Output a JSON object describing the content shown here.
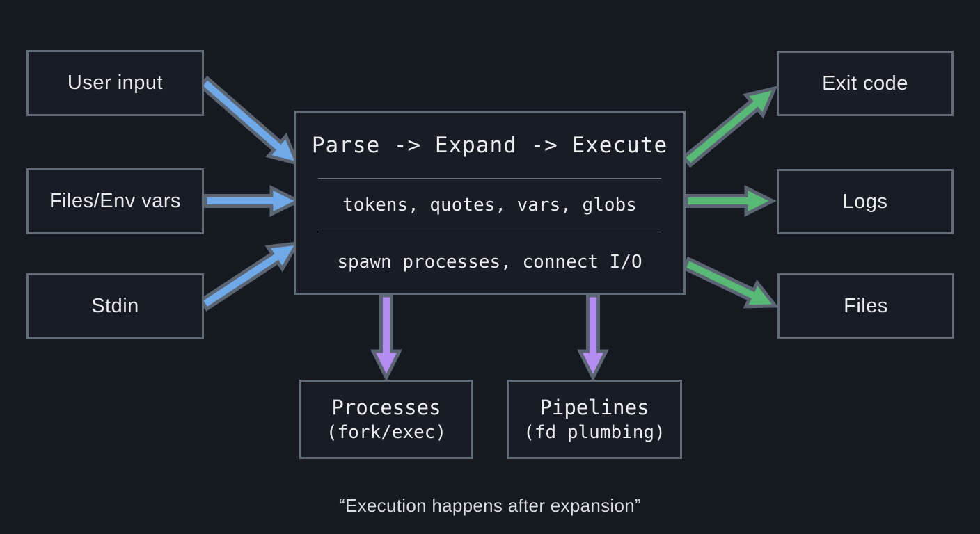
{
  "colors": {
    "background": "#151a21",
    "box_fill": "#181d25",
    "box_border": "#626b78",
    "text": "#e9ebee",
    "divider": "#8c939e",
    "arrow_outline": "#5b6472",
    "arrow_blue": "#70a9e8",
    "arrow_green": "#58b876",
    "arrow_purple": "#b38df0"
  },
  "inputs": [
    {
      "label": "User input"
    },
    {
      "label": "Files/Env vars"
    },
    {
      "label": "Stdin"
    }
  ],
  "center": {
    "title": "Parse -> Expand -> Execute",
    "expand_detail": "tokens, quotes, vars, globs",
    "execute_detail": "spawn processes, connect I/O"
  },
  "outputs": [
    {
      "label": "Exit code"
    },
    {
      "label": "Logs"
    },
    {
      "label": "Files"
    }
  ],
  "bottom": [
    {
      "title": "Processes",
      "subtitle": "(fork/exec)"
    },
    {
      "title": "Pipelines",
      "subtitle": "(fd plumbing)"
    }
  ],
  "caption": "“Execution happens after expansion”"
}
